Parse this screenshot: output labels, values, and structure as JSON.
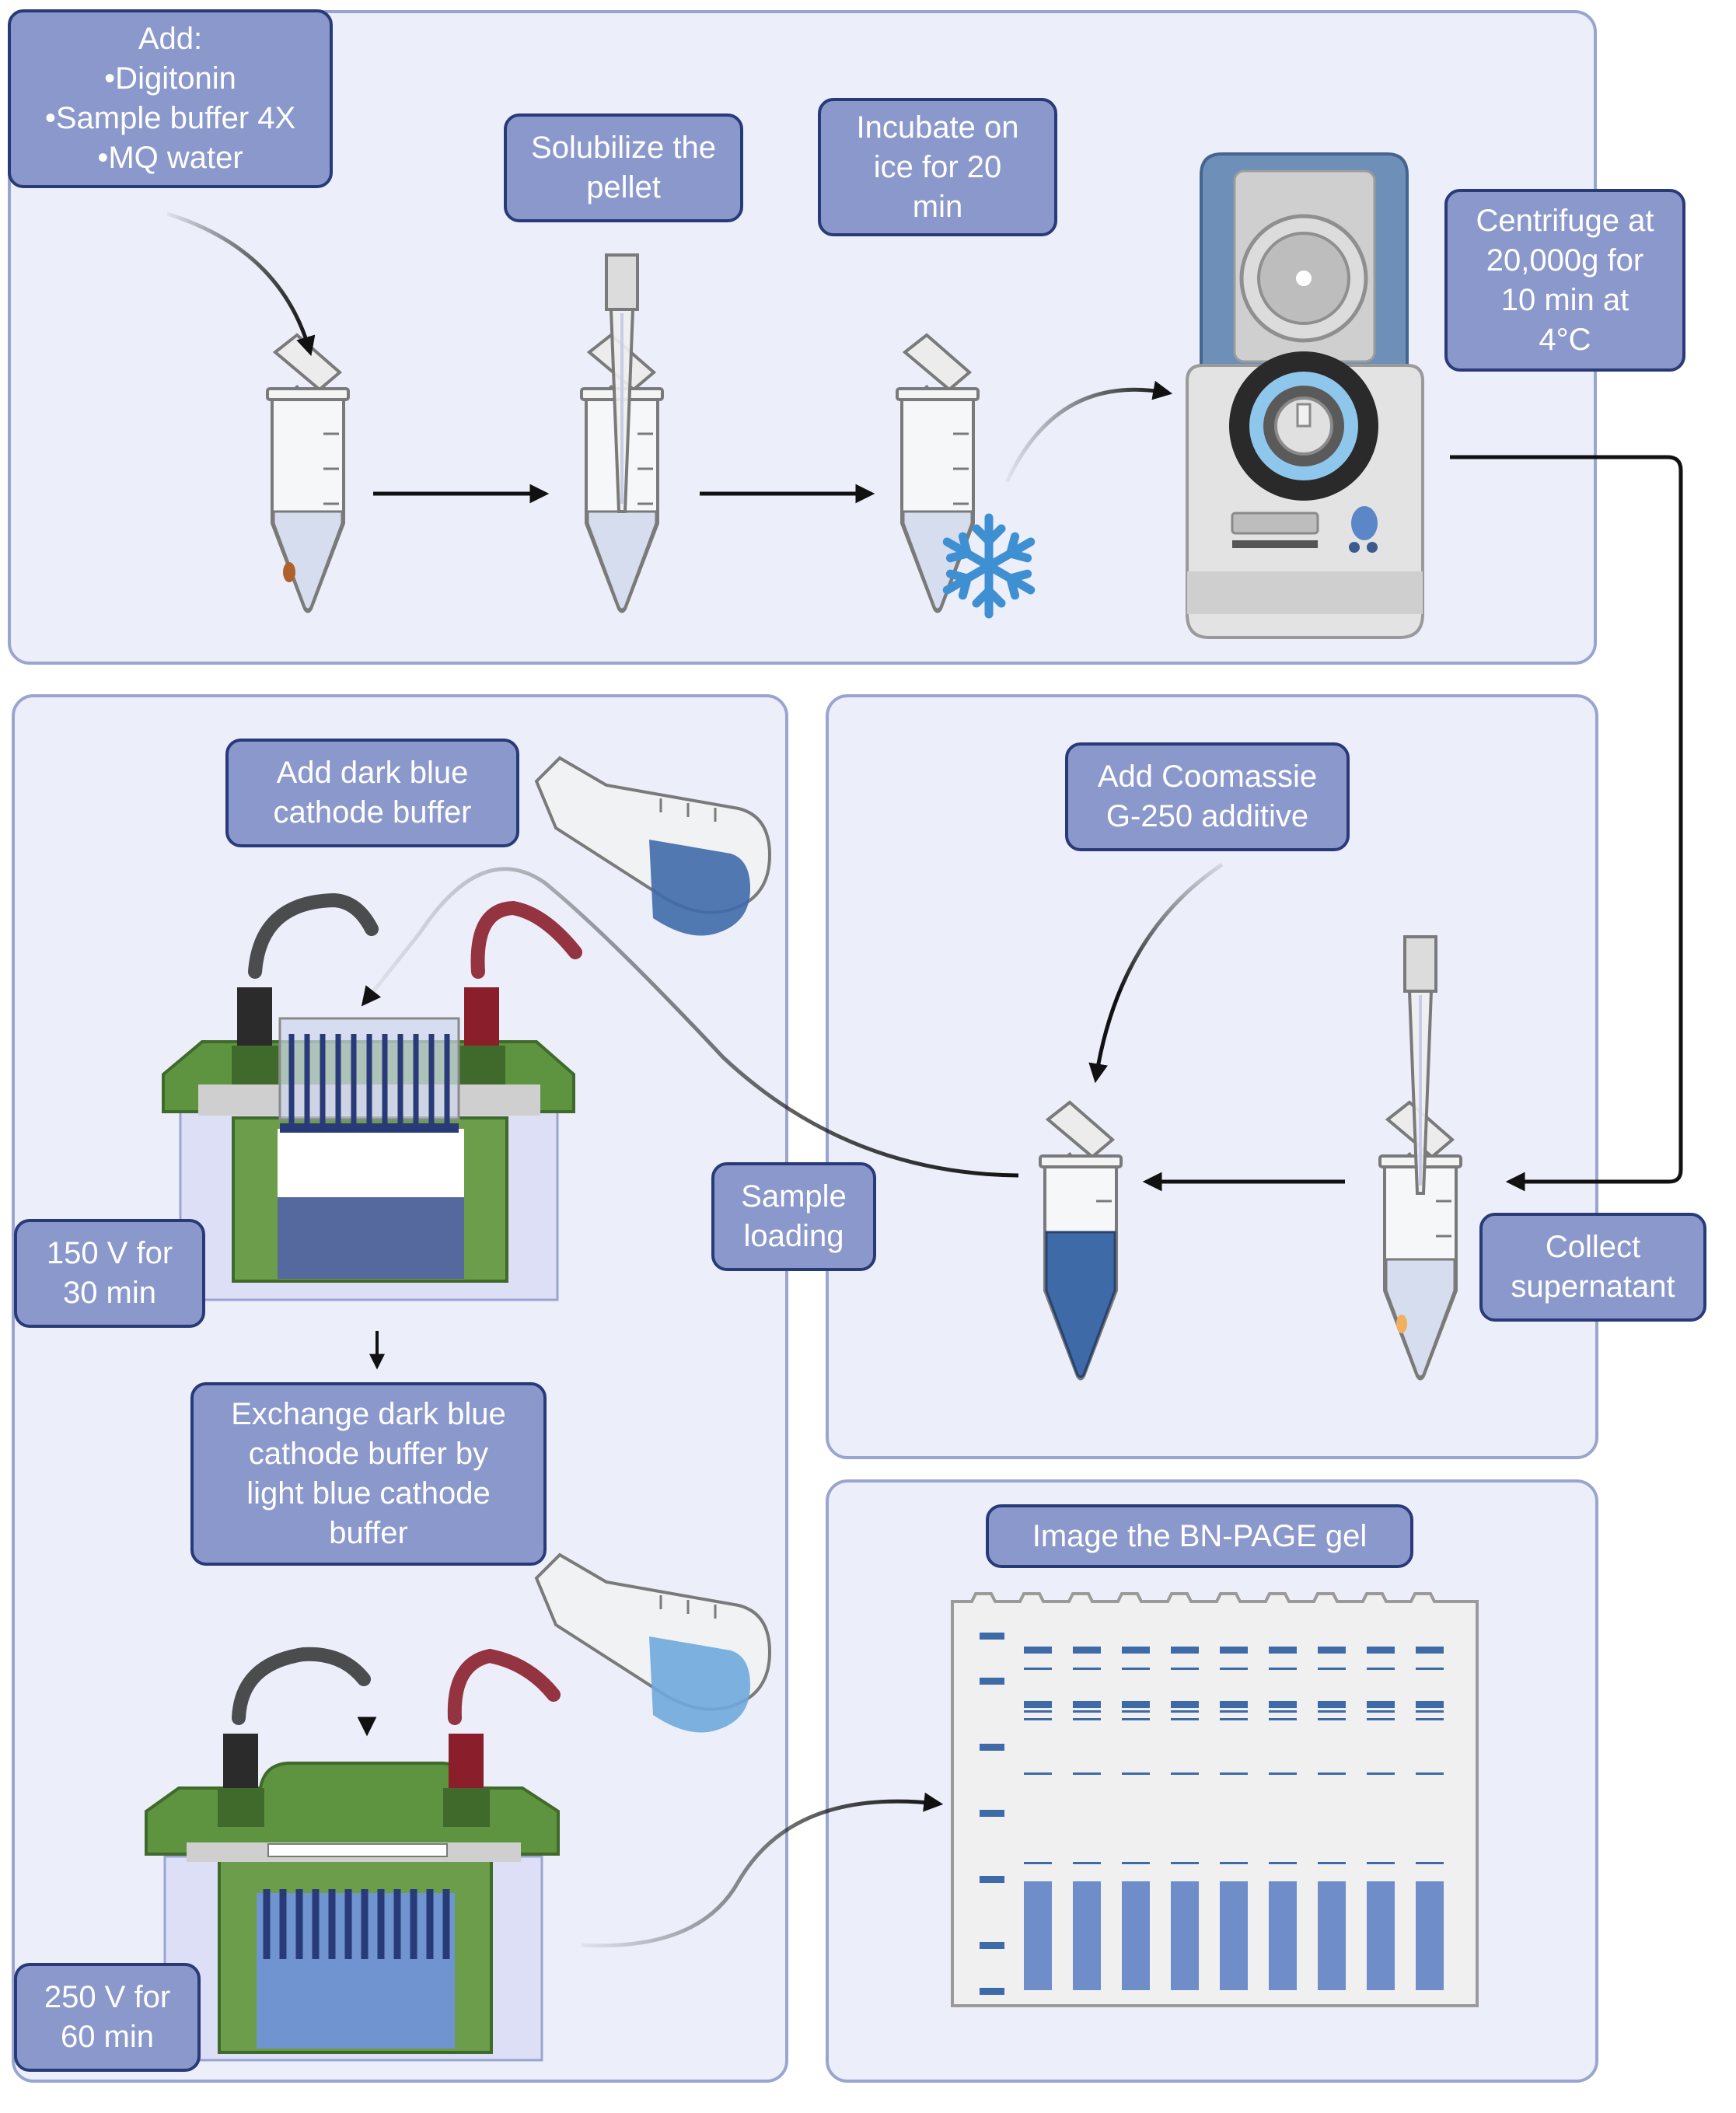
{
  "steps": {
    "add_reagents": {
      "title": "Add:",
      "item1": "•Digitonin",
      "item2": "•Sample buffer 4X",
      "item3": "•MQ water"
    },
    "solubilize": {
      "line1": "Solubilize the",
      "line2": "pellet"
    },
    "incubate": {
      "line1": "Incubate on",
      "line2": "ice for 20",
      "line3": "min"
    },
    "centrifuge": {
      "line1": "Centrifuge at",
      "line2": "20,000g for",
      "line3": "10 min at",
      "line4": "4°C"
    },
    "collect": {
      "line1": "Collect",
      "line2": "supernatant"
    },
    "coomassie": {
      "line1": "Add Coomassie",
      "line2": "G-250 additive"
    },
    "sample_loading": {
      "line1": "Sample",
      "line2": "loading"
    },
    "dark_buffer": {
      "line1": "Add dark blue",
      "line2": "cathode buffer"
    },
    "run1": {
      "line1": "150 V for",
      "line2": "30 min"
    },
    "exchange": {
      "line1": "Exchange dark blue",
      "line2": "cathode buffer by",
      "line3": "light blue cathode",
      "line4": "buffer"
    },
    "run2": {
      "line1": "250 V for",
      "line2": "60 min"
    },
    "image": {
      "line1": "Image the BN-PAGE gel"
    }
  },
  "colors": {
    "panel_fill": "#eceef9",
    "panel_border": "#9aa5cf",
    "label_fill": "#8b98cc",
    "label_border": "#283a78",
    "dark_blue_buffer": "#3f6aa8",
    "light_blue_buffer": "#6fa9dc",
    "gel_band": "#6f8dc9",
    "apparatus_green": "#5f9442",
    "lead_black": "#2b2b2b",
    "lead_red": "#8a1f2b"
  },
  "icons": [
    "microtube-icon",
    "pipette-tip-icon",
    "snowflake-icon",
    "centrifuge-icon",
    "flask-icon",
    "electrophoresis-tank-icon",
    "gel-image-icon"
  ]
}
